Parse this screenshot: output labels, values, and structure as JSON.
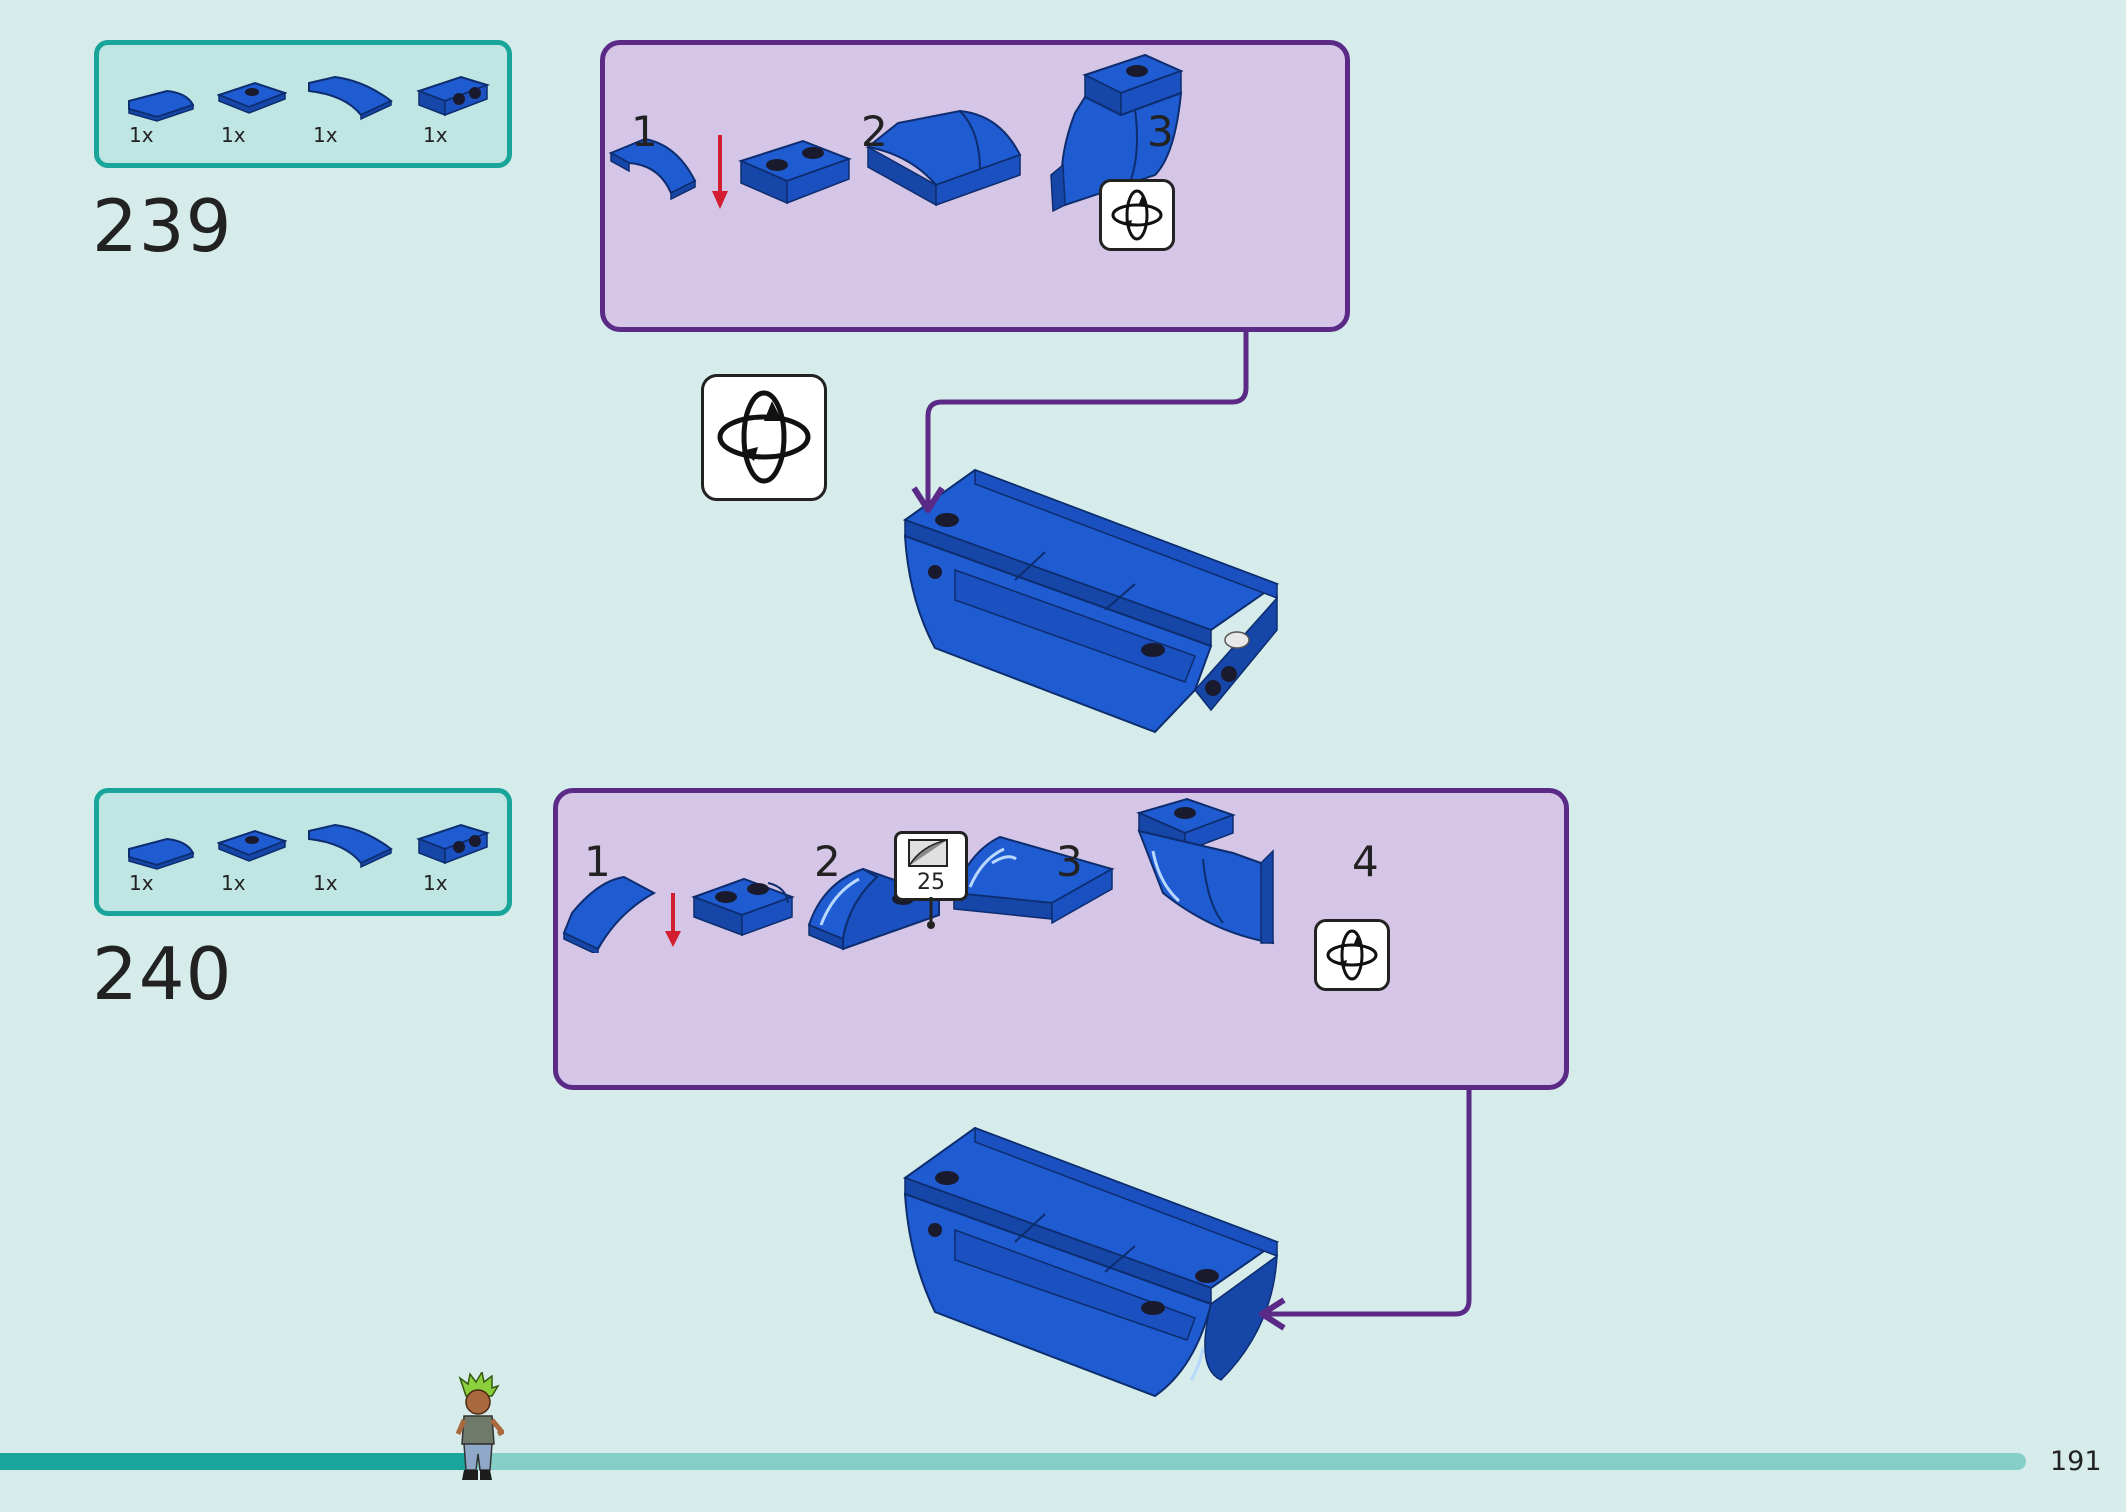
{
  "page": {
    "number": "191"
  },
  "progress": {
    "fraction": 0.23
  },
  "colors": {
    "part_blue": "#1f5bd1",
    "frame_teal": "#1aa59a",
    "subassembly_purple": "#5a2a86"
  },
  "steps": [
    {
      "number": "239",
      "parts": [
        {
          "qty": "1x",
          "icon": "curved-slope-icon"
        },
        {
          "qty": "1x",
          "icon": "plate-1x2-icon"
        },
        {
          "qty": "1x",
          "icon": "curved-slope-long-icon"
        },
        {
          "qty": "1x",
          "icon": "bracket-plate-icon"
        }
      ],
      "substeps": [
        "1",
        "2",
        "3"
      ]
    },
    {
      "number": "240",
      "parts": [
        {
          "qty": "1x",
          "icon": "curved-slope-icon"
        },
        {
          "qty": "1x",
          "icon": "plate-1x2-icon"
        },
        {
          "qty": "1x",
          "icon": "curved-slope-long-icon"
        },
        {
          "qty": "1x",
          "icon": "bracket-plate-icon"
        }
      ],
      "substeps": [
        "1",
        "2",
        "3",
        "4"
      ],
      "sticker": "25"
    }
  ]
}
